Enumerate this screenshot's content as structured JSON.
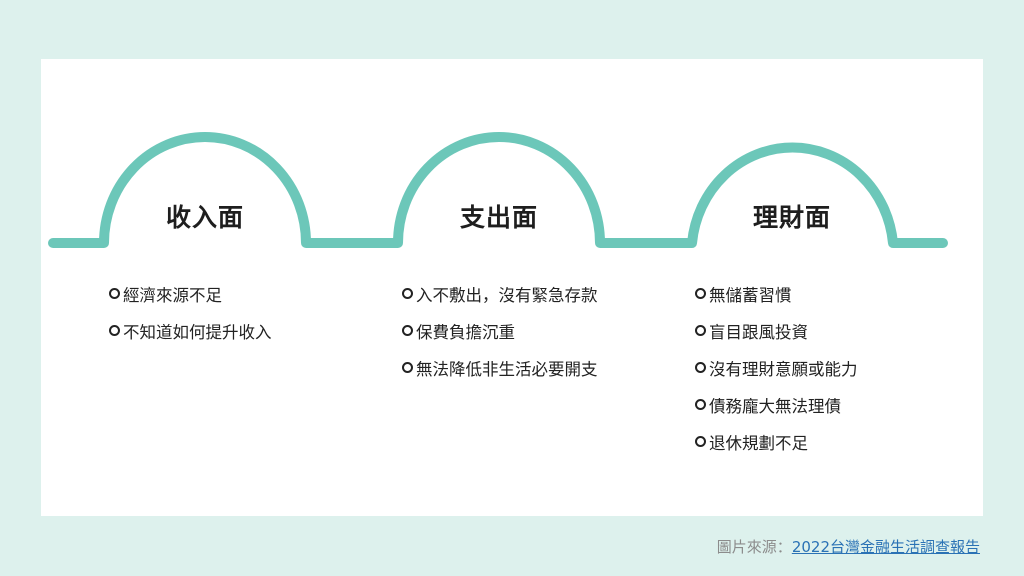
{
  "colors": {
    "background": "#ddf1ed",
    "panel": "#ffffff",
    "accent_teal": "#6cc7b9",
    "text": "#222222",
    "caption": "#8c8c8c",
    "link": "#2a72b5"
  },
  "sections": [
    {
      "title": "收入面",
      "items": [
        "經濟來源不足",
        "不知道如何提升收入"
      ]
    },
    {
      "title": "支出面",
      "items": [
        "入不敷出，沒有緊急存款",
        "保費負擔沉重",
        "無法降低非生活必要開支"
      ]
    },
    {
      "title": "理財面",
      "items": [
        "無儲蓄習慣",
        "盲目跟風投資",
        "沒有理財意願或能力",
        "債務龐大無法理債",
        "退休規劃不足"
      ]
    }
  ],
  "bullet_icon": "hollow-circle",
  "caption": {
    "label": "圖片來源：",
    "link_text": "2022台灣金融生活調查報告"
  }
}
